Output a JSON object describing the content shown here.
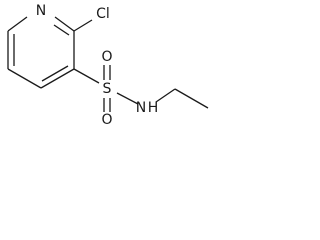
{
  "molecule": {
    "atoms": {
      "n_ring": "N",
      "cl": "Cl",
      "s": "S",
      "o_top": "O",
      "o_bottom": "O",
      "n_amide": "N",
      "h_amide": "H"
    }
  },
  "colors": {
    "bond": "#1a1a1a",
    "label": "#1a1a1a",
    "background": "#ffffff"
  }
}
